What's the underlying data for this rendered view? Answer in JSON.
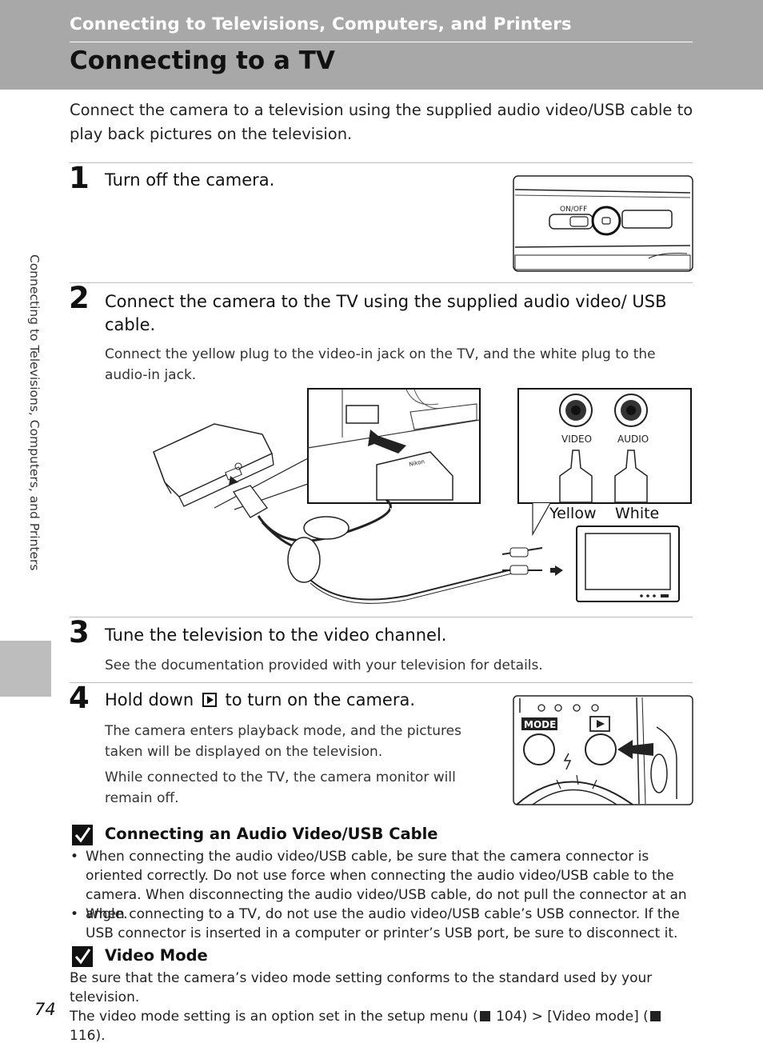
{
  "header": {
    "section_title": "Connecting to Televisions, Computers, and Printers",
    "page_title": "Connecting to a TV"
  },
  "intro": "Connect the camera to a television using the supplied audio video/USB cable to play back pictures on the television.",
  "steps": [
    {
      "num": "1",
      "title": "Turn off the camera.",
      "body": ""
    },
    {
      "num": "2",
      "title": "Connect the camera to the TV using the supplied audio video/ USB cable.",
      "body": "Connect the yellow plug to the video-in jack on the TV, and the white plug to the audio-in jack."
    },
    {
      "num": "3",
      "title": "Tune the television to the video channel.",
      "body": "See the documentation provided with your television for details."
    },
    {
      "num": "4",
      "title_before": "Hold down",
      "title_after": "to turn on the camera.",
      "body1": "The camera enters playback mode, and the pictures taken will be displayed on the television.",
      "body2": "While connected to the TV, the camera monitor will remain off."
    }
  ],
  "illustrations": {
    "onoff_label": "ON/OFF",
    "video_label": "VIDEO",
    "audio_label": "AUDIO",
    "yellow_label": "Yellow",
    "white_label": "White",
    "mode_label": "MODE",
    "brand_label": "Nikon"
  },
  "notes": [
    {
      "title": "Connecting an Audio Video/USB Cable",
      "bullets": [
        "When connecting the audio video/USB cable, be sure that the camera connector is oriented correctly. Do not use force when connecting the audio video/USB cable to the camera. When disconnecting the audio video/USB cable, do not pull the connector at an angle.",
        "When connecting to a TV, do not use the audio video/USB cable’s USB connector. If the USB connector is inserted in a computer or printer’s USB port, be sure to disconnect it."
      ]
    },
    {
      "title": "Video Mode",
      "body_line1": "Be sure that the camera’s video mode setting conforms to the standard used by your television.",
      "body_line2_a": "The video mode setting is an option set in the setup menu (",
      "ref1": "104",
      "body_line2_b": ") > [Video mode] (",
      "ref2": "116",
      "body_line2_c": ")."
    }
  ],
  "sidebar_text": "Connecting to Televisions, Computers, and Printers",
  "page_number": "74"
}
